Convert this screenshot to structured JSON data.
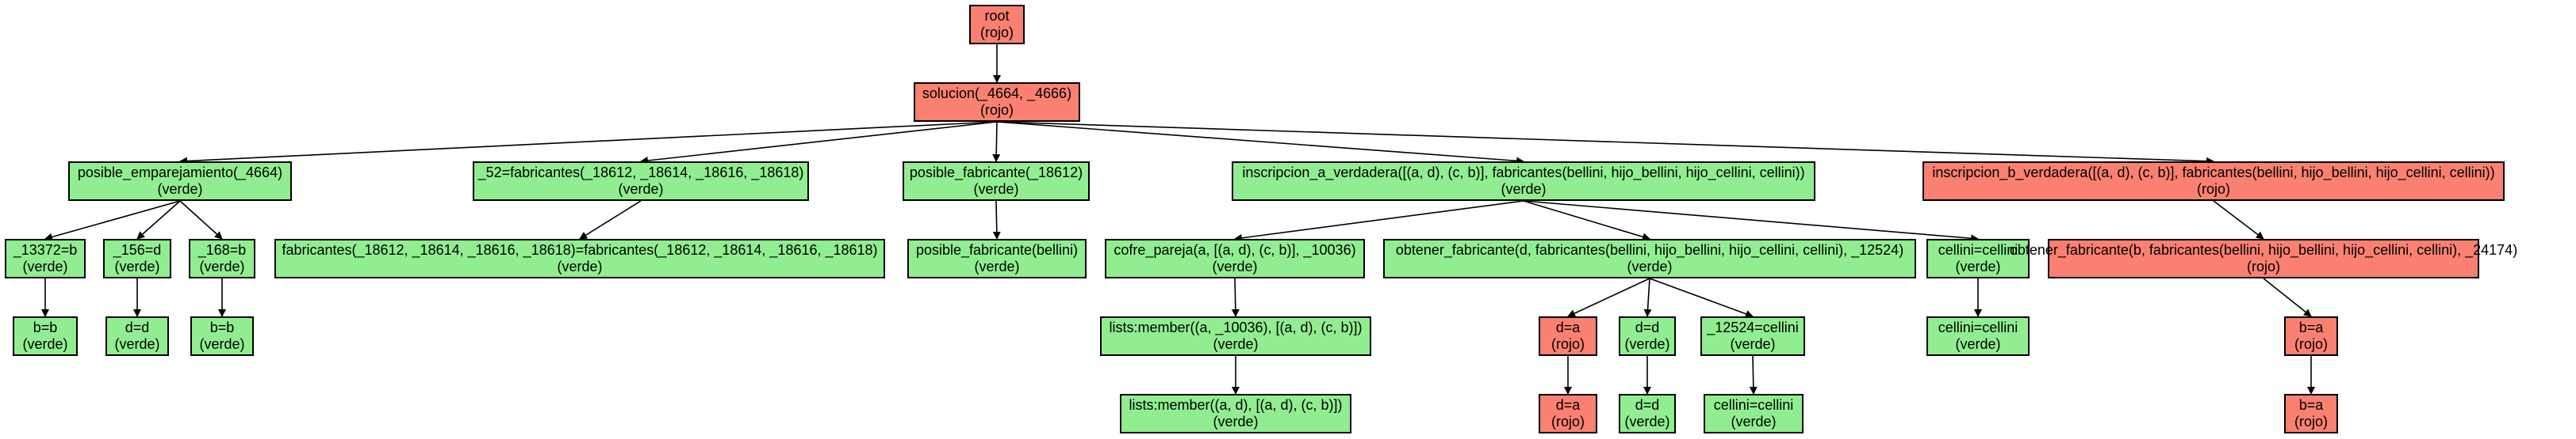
{
  "colors": {
    "verde": "#90ee90",
    "rojo": "#fa8072",
    "edge": "#000000"
  },
  "nodes": [
    {
      "id": "root",
      "label": "root",
      "status": "(rojo)",
      "cls": "rojo"
    },
    {
      "id": "sol",
      "label": "solucion(_4664, _4666)",
      "status": "(rojo)",
      "cls": "rojo"
    },
    {
      "id": "pe",
      "label": "posible_emparejamiento(_4664)",
      "status": "(verde)",
      "cls": "verde"
    },
    {
      "id": "f52",
      "label": "_52=fabricantes(_18612, _18614, _18616, _18618)",
      "status": "(verde)",
      "cls": "verde"
    },
    {
      "id": "pf",
      "label": "posible_fabricante(_18612)",
      "status": "(verde)",
      "cls": "verde"
    },
    {
      "id": "iav",
      "label": "inscripcion_a_verdadera([(a, d), (c, b)], fabricantes(bellini, hijo_bellini, hijo_cellini, cellini))",
      "status": "(verde)",
      "cls": "verde"
    },
    {
      "id": "ibv",
      "label": "inscripcion_b_verdadera([(a, d), (c, b)], fabricantes(bellini, hijo_bellini, hijo_cellini, cellini))",
      "status": "(rojo)",
      "cls": "rojo"
    },
    {
      "id": "n13372",
      "label": "_13372=b",
      "status": "(verde)",
      "cls": "verde"
    },
    {
      "id": "n156",
      "label": "_156=d",
      "status": "(verde)",
      "cls": "verde"
    },
    {
      "id": "n168",
      "label": "_168=b",
      "status": "(verde)",
      "cls": "verde"
    },
    {
      "id": "fabeq",
      "label": "fabricantes(_18612, _18614, _18616, _18618)=fabricantes(_18612, _18614, _18616, _18618)",
      "status": "(verde)",
      "cls": "verde"
    },
    {
      "id": "pfb",
      "label": "posible_fabricante(bellini)",
      "status": "(verde)",
      "cls": "verde"
    },
    {
      "id": "cp",
      "label": "cofre_pareja(a, [(a, d), (c, b)], _10036)",
      "status": "(verde)",
      "cls": "verde"
    },
    {
      "id": "ofd",
      "label": "obtener_fabricante(d, fabricantes(bellini, hijo_bellini, hijo_cellini, cellini), _12524)",
      "status": "(verde)",
      "cls": "verde"
    },
    {
      "id": "cc1",
      "label": "cellini=cellini",
      "status": "(verde)",
      "cls": "verde"
    },
    {
      "id": "ofb",
      "label": "obtener_fabricante(b, fabricantes(bellini, hijo_bellini, hijo_cellini, cellini), _24174)",
      "status": "(rojo)",
      "cls": "rojo"
    },
    {
      "id": "bb1",
      "label": "b=b",
      "status": "(verde)",
      "cls": "verde"
    },
    {
      "id": "dd1",
      "label": "d=d",
      "status": "(verde)",
      "cls": "verde"
    },
    {
      "id": "bb2",
      "label": "b=b",
      "status": "(verde)",
      "cls": "verde"
    },
    {
      "id": "lm1",
      "label": "lists:member((a, _10036), [(a, d), (c, b)])",
      "status": "(verde)",
      "cls": "verde"
    },
    {
      "id": "da1",
      "label": "d=a",
      "status": "(rojo)",
      "cls": "rojo"
    },
    {
      "id": "dd2",
      "label": "d=d",
      "status": "(verde)",
      "cls": "verde"
    },
    {
      "id": "n12524",
      "label": "_12524=cellini",
      "status": "(verde)",
      "cls": "verde"
    },
    {
      "id": "cc2",
      "label": "cellini=cellini",
      "status": "(verde)",
      "cls": "verde"
    },
    {
      "id": "ba1",
      "label": "b=a",
      "status": "(rojo)",
      "cls": "rojo"
    },
    {
      "id": "lm2",
      "label": "lists:member((a, d), [(a, d), (c, b)])",
      "status": "(verde)",
      "cls": "verde"
    },
    {
      "id": "da2",
      "label": "d=a",
      "status": "(rojo)",
      "cls": "rojo"
    },
    {
      "id": "dd3",
      "label": "d=d",
      "status": "(verde)",
      "cls": "verde"
    },
    {
      "id": "cc3",
      "label": "cellini=cellini",
      "status": "(verde)",
      "cls": "verde"
    },
    {
      "id": "ba2",
      "label": "b=a",
      "status": "(rojo)",
      "cls": "rojo"
    }
  ],
  "edges": [
    [
      "root",
      "sol"
    ],
    [
      "sol",
      "pe"
    ],
    [
      "sol",
      "f52"
    ],
    [
      "sol",
      "pf"
    ],
    [
      "sol",
      "iav"
    ],
    [
      "sol",
      "ibv"
    ],
    [
      "pe",
      "n13372"
    ],
    [
      "pe",
      "n156"
    ],
    [
      "pe",
      "n168"
    ],
    [
      "f52",
      "fabeq"
    ],
    [
      "pf",
      "pfb"
    ],
    [
      "iav",
      "cp"
    ],
    [
      "iav",
      "ofd"
    ],
    [
      "iav",
      "cc1"
    ],
    [
      "ibv",
      "ofb"
    ],
    [
      "n13372",
      "bb1"
    ],
    [
      "n156",
      "dd1"
    ],
    [
      "n168",
      "bb2"
    ],
    [
      "cp",
      "lm1"
    ],
    [
      "ofd",
      "da1"
    ],
    [
      "ofd",
      "dd2"
    ],
    [
      "ofd",
      "n12524"
    ],
    [
      "cc1",
      "cc2"
    ],
    [
      "ofb",
      "ba1"
    ],
    [
      "lm1",
      "lm2"
    ],
    [
      "da1",
      "da2"
    ],
    [
      "dd2",
      "dd3"
    ],
    [
      "n12524",
      "cc3"
    ],
    [
      "ba1",
      "ba2"
    ]
  ]
}
